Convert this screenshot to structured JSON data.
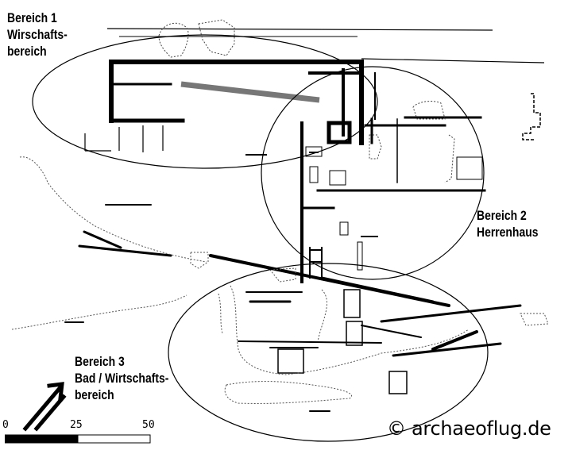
{
  "zones": [
    {
      "id": "1",
      "label": "Bereich 1\nWirschafts-\nbereich"
    },
    {
      "id": "2",
      "label": "Bereich 2\nHerrenhaus"
    },
    {
      "id": "3",
      "label": "Bereich 3\nBad / Wirtschafts-\nbereich"
    }
  ],
  "scale": {
    "ticks": [
      "0",
      "25",
      "50"
    ]
  },
  "copyright": "© archaeoflug.de",
  "icons": {
    "north": "north-arrow-icon"
  },
  "colors": {
    "line": "#000000",
    "background": "#ffffff",
    "path": "#777777"
  }
}
